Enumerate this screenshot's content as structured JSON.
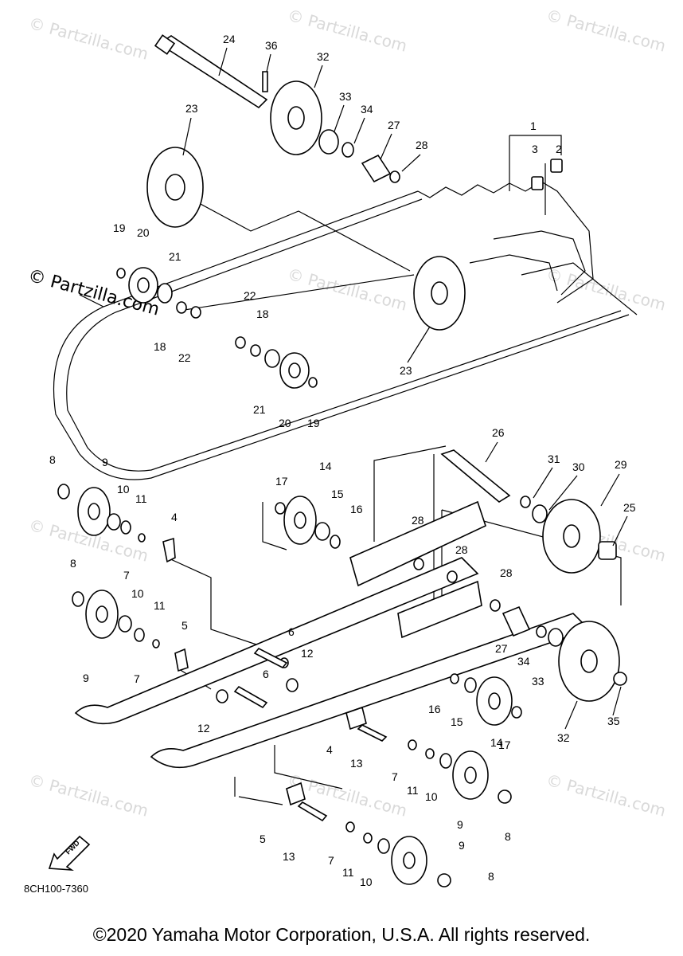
{
  "watermarks": {
    "small": "© Partzilla.com",
    "large": "© Partzilla.com"
  },
  "diagram_code": "8CH100-7360",
  "fwd_label": "FWD",
  "copyright": "©2020 Yamaha Motor Corporation, U.S.A. All rights reserved.",
  "callouts": {
    "c1": "1",
    "c2": "2",
    "c3": "3",
    "c4a": "4",
    "c4b": "4",
    "c5a": "5",
    "c5b": "5",
    "c6a": "6",
    "c6b": "6",
    "c7a": "7",
    "c7b": "7",
    "c7c": "7",
    "c7d": "7",
    "c8a": "8",
    "c8b": "8",
    "c8c": "8",
    "c8d": "8",
    "c9a": "9",
    "c9b": "9",
    "c9c": "9",
    "c9d": "9",
    "c10a": "10",
    "c10b": "10",
    "c10c": "10",
    "c10d": "10",
    "c11a": "11",
    "c11b": "11",
    "c11c": "11",
    "c11d": "11",
    "c12a": "12",
    "c12b": "12",
    "c13a": "13",
    "c13b": "13",
    "c14a": "14",
    "c14b": "14",
    "c15a": "15",
    "c15b": "15",
    "c16a": "16",
    "c16b": "16",
    "c17a": "17",
    "c17b": "17",
    "c18a": "18",
    "c18b": "18",
    "c19a": "19",
    "c19b": "19",
    "c20a": "20",
    "c20b": "20",
    "c21a": "21",
    "c21b": "21",
    "c22a": "22",
    "c22b": "22",
    "c23a": "23",
    "c23b": "23",
    "c24": "24",
    "c25": "25",
    "c26": "26",
    "c27a": "27",
    "c27b": "27",
    "c28a": "28",
    "c28b": "28",
    "c28c": "28",
    "c28d": "28",
    "c29": "29",
    "c30": "30",
    "c31": "31",
    "c32a": "32",
    "c32b": "32",
    "c33a": "33",
    "c33b": "33",
    "c34a": "34",
    "c34b": "34",
    "c35": "35",
    "c36": "36"
  }
}
